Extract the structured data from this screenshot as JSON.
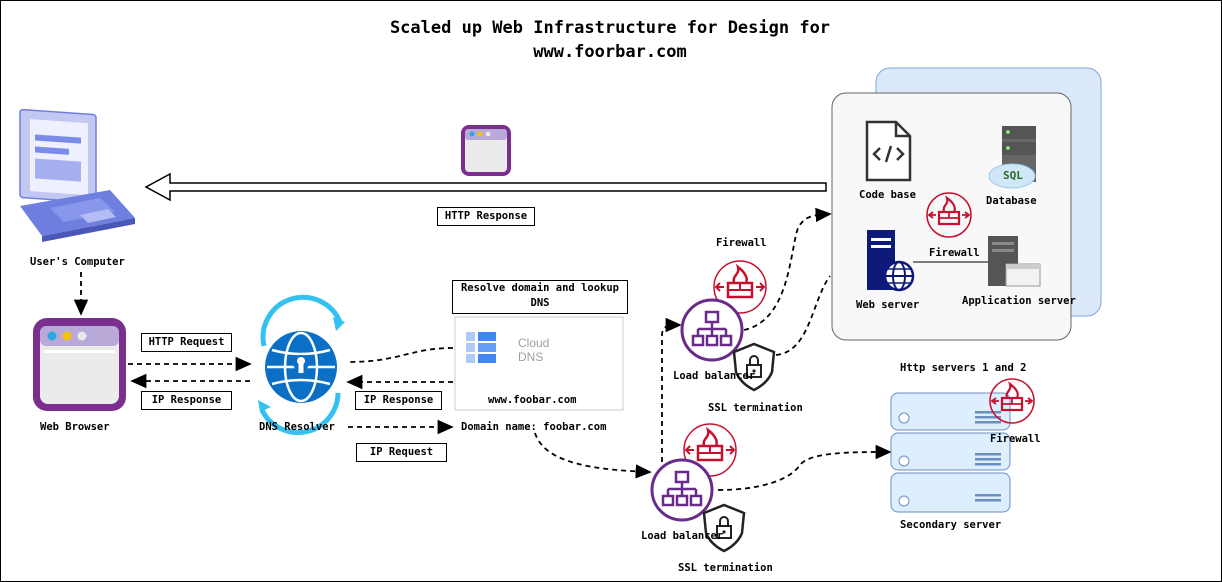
{
  "title": {
    "line1": "Scaled up Web Infrastructure for Design for",
    "line2": "www.foorbar.com"
  },
  "labels": {
    "users_computer": "User's Computer",
    "web_browser": "Web Browser",
    "dns_resolver": "DNS Resolver",
    "http_request": "HTTP Request",
    "ip_response_left": "IP Response",
    "ip_response_mid": "IP Response",
    "ip_request": "IP Request",
    "http_response": "HTTP Response",
    "resolve_domain": "Resolve domain and lookup DNS",
    "cloud_dns_line1": "Cloud",
    "cloud_dns_line2": "DNS",
    "domain_url": "www.foobar.com",
    "domain_name": "Domain name: foobar.com",
    "firewall_top": "Firewall",
    "load_balancer_top": "Load balancer",
    "ssl_termination_top": "SSL termination",
    "load_balancer_bottom": "Load balancer",
    "ssl_termination_bottom": "SSL termination",
    "code_base": "Code base",
    "database": "Database",
    "sql": "SQL",
    "firewall_server": "Firewall",
    "web_server": "Web server",
    "application_server": "Application server",
    "http_servers": "Http servers 1 and 2",
    "firewall_right": "Firewall",
    "secondary_server": "Secondary server"
  },
  "colors": {
    "purple": "#6a2a8c",
    "firewall_red": "#c8102e",
    "globe_blue": "#0b6fc6",
    "server_blue": "#ddeeff",
    "laptop_blue": "#6f7fe0"
  }
}
